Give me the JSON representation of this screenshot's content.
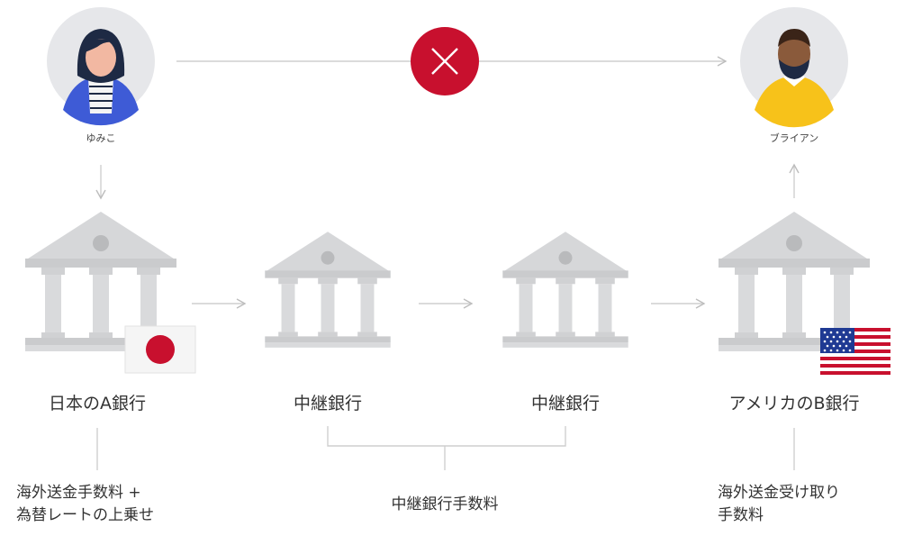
{
  "people": {
    "sender": {
      "name": "ゆみこ"
    },
    "receiver": {
      "name": "ブライアン"
    }
  },
  "banks": {
    "origin": {
      "label": "日本のA銀行",
      "flag": "japan-flag-icon"
    },
    "intermediary_1": {
      "label": "中継銀行"
    },
    "intermediary_2": {
      "label": "中継銀行"
    },
    "destination": {
      "label": "アメリカのB銀行",
      "flag": "usa-flag-icon"
    }
  },
  "fees": {
    "origin": "海外送金手数料 +\n為替レートの上乗せ",
    "intermediary": "中継銀行手数料",
    "destination": "海外送金受け取り\n手数料"
  },
  "icons": {
    "blocked": "cross-icon",
    "bank": "bank-building-icon",
    "arrow": "arrow-right-icon"
  },
  "colors": {
    "blocked_red": "#C8102E",
    "bank_gray": "#D9DADC",
    "line_gray": "#CFCFCF",
    "avatar_bg": "#E6E7EA",
    "sender_shirt": "#3E5BD6",
    "receiver_shirt": "#F7C21A"
  }
}
